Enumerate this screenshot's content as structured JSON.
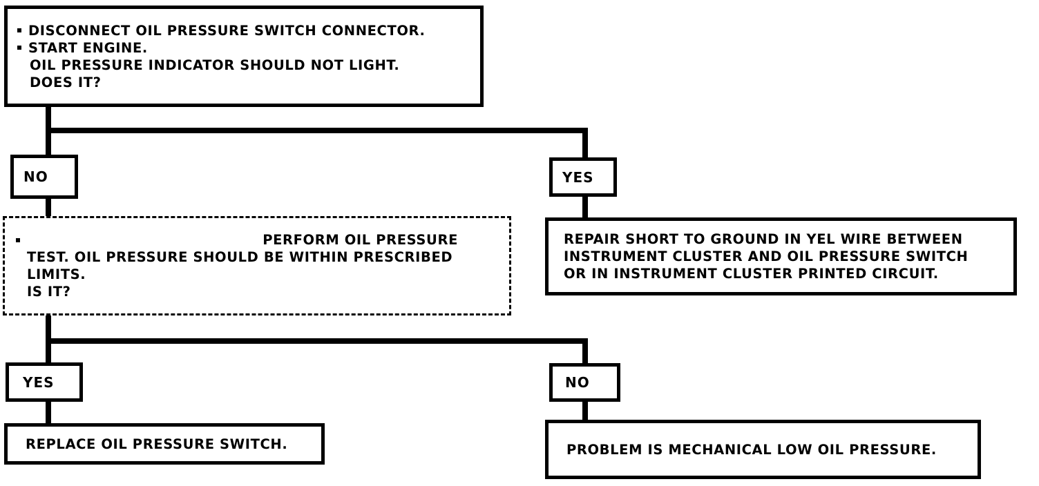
{
  "diagram": {
    "title": "Oil Pressure Indicator Diagnostic Flowchart",
    "ink_color": "#000000",
    "paper_color": "#ffffff"
  },
  "nodes": {
    "start": {
      "name": "start-instruction-box",
      "lines": [
        "DISCONNECT OIL PRESSURE SWITCH CONNECTOR.",
        "START ENGINE.",
        "OIL PRESSURE INDICATOR SHOULD NOT LIGHT.",
        "DOES IT?"
      ],
      "bulleted": [
        true,
        true,
        false,
        false
      ]
    },
    "branch1_no": {
      "name": "branch-no-upper",
      "label": "NO"
    },
    "branch1_yes": {
      "name": "branch-yes-upper",
      "label": "YES"
    },
    "perform_test": {
      "name": "perform-oil-pressure-test-box",
      "line1_head": "",
      "line1_tail": "PERFORM OIL PRESSURE",
      "lines": [
        "TEST. OIL PRESSURE SHOULD BE WITHIN PRESCRIBED",
        "LIMITS.",
        "IS IT?"
      ]
    },
    "repair_short": {
      "name": "repair-short-to-ground-box",
      "lines": [
        "REPAIR SHORT TO GROUND IN YEL WIRE BETWEEN",
        "INSTRUMENT CLUSTER AND OIL PRESSURE SWITCH",
        "OR IN INSTRUMENT CLUSTER PRINTED CIRCUIT."
      ]
    },
    "branch2_yes": {
      "name": "branch-yes-lower",
      "label": "YES"
    },
    "branch2_no": {
      "name": "branch-no-lower",
      "label": "NO"
    },
    "replace_switch": {
      "name": "replace-oil-pressure-switch-box",
      "lines": [
        "REPLACE OIL PRESSURE SWITCH."
      ]
    },
    "mechanical_problem": {
      "name": "mechanical-low-oil-pressure-box",
      "lines": [
        "PROBLEM IS MECHANICAL LOW OIL PRESSURE."
      ]
    }
  }
}
